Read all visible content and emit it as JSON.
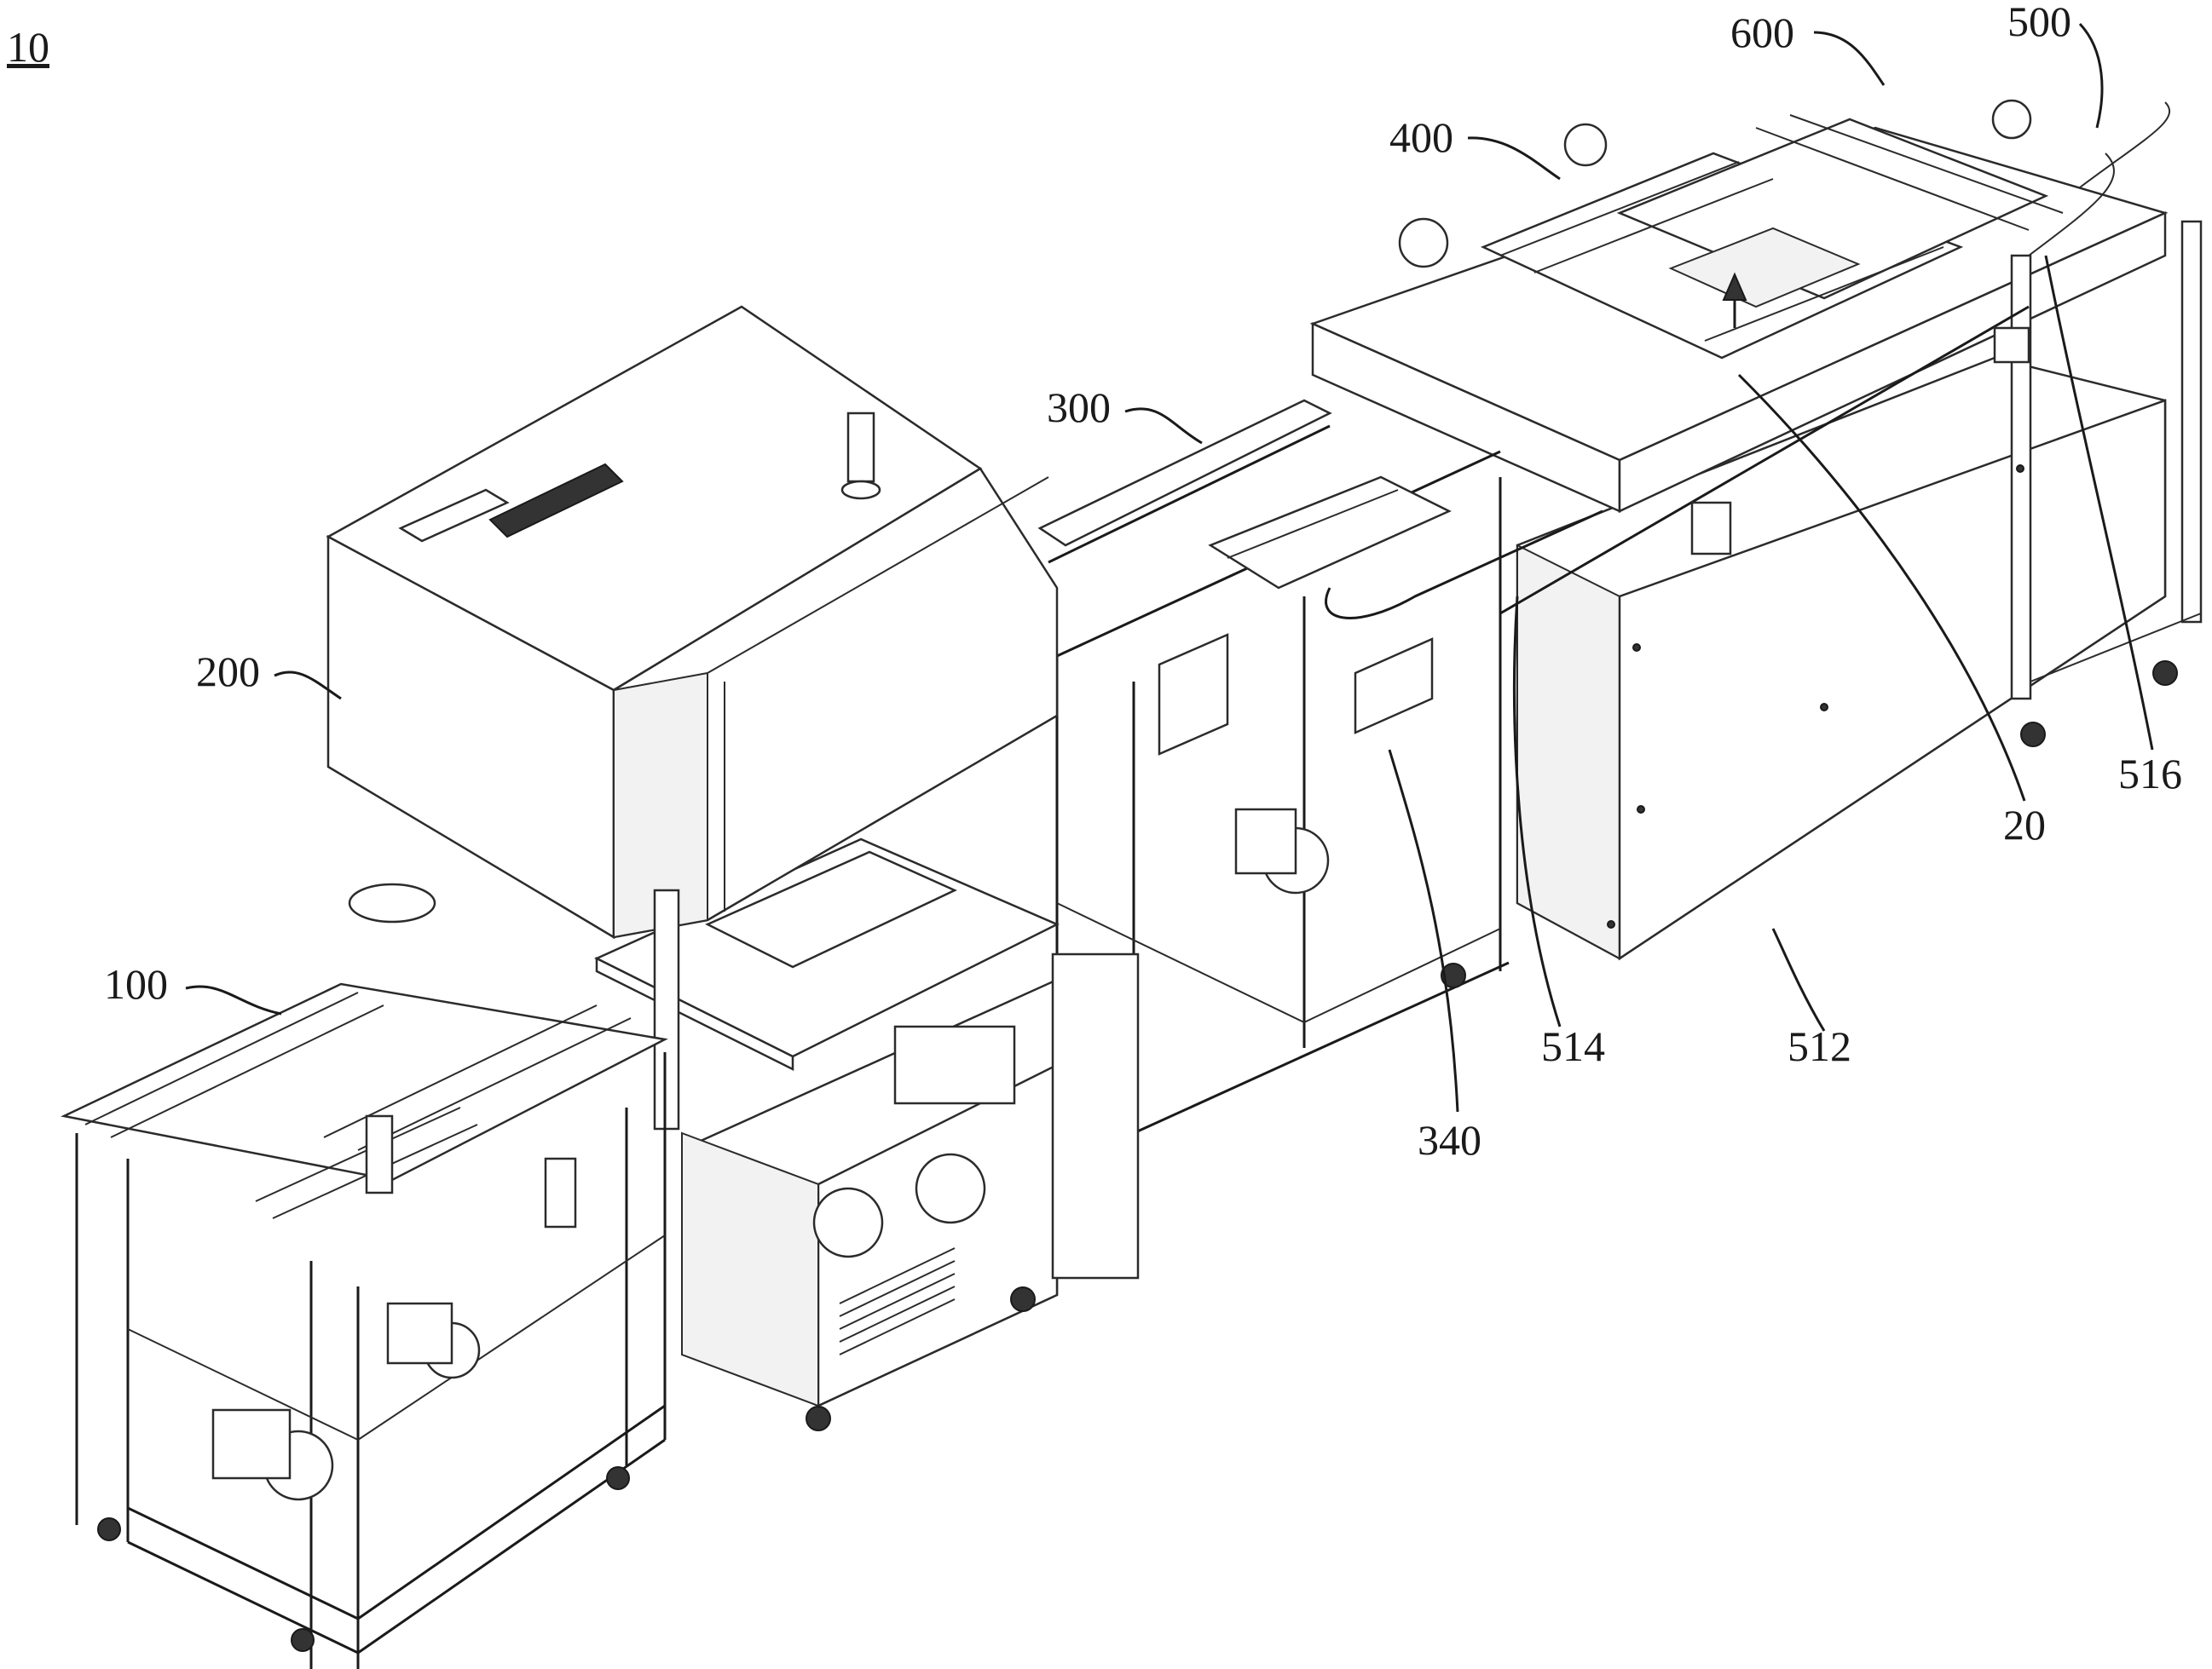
{
  "figure": {
    "number": "10",
    "callouts": {
      "c100": "100",
      "c200": "200",
      "c300": "300",
      "c340": "340",
      "c400": "400",
      "c500": "500",
      "c512": "512",
      "c514": "514",
      "c516": "516",
      "c600": "600",
      "c20": "20"
    }
  }
}
